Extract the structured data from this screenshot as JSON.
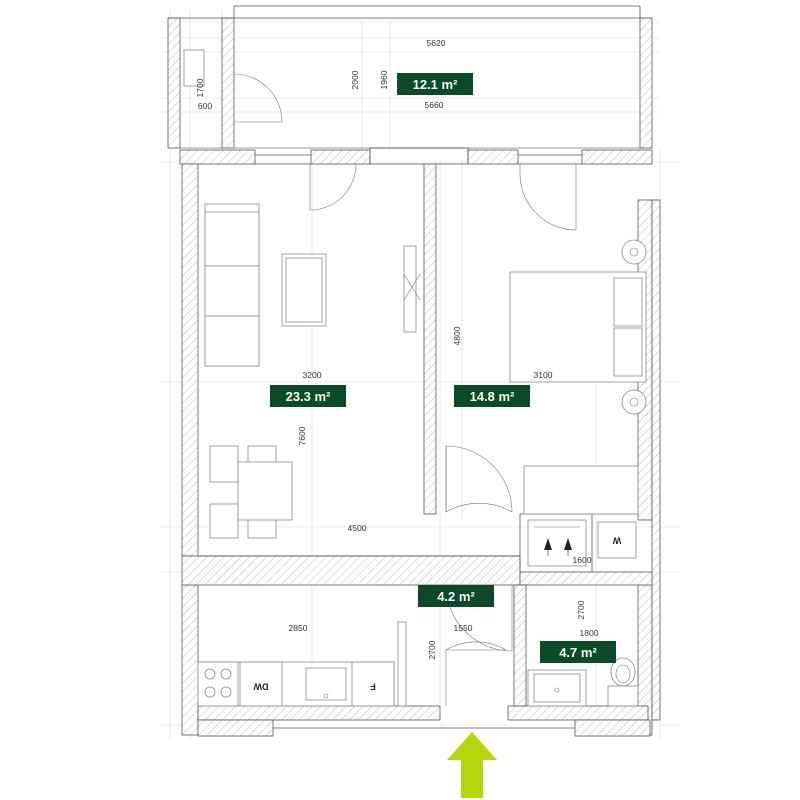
{
  "colors": {
    "label_bg": "#0d4a2a",
    "label_text": "#ffffff",
    "wall_stroke": "#555555",
    "entrance_arrow": "#b5d60e"
  },
  "rooms": {
    "balcony": {
      "area": "12.1 m²"
    },
    "living": {
      "area": "23.3 m²"
    },
    "bedroom": {
      "area": "14.8 m²"
    },
    "hall": {
      "area": "4.2 m²"
    },
    "bathroom": {
      "area": "4.7 m²"
    }
  },
  "dimensions": {
    "balcony_width_outer": "5620",
    "balcony_width_inner": "5660",
    "balcony_depth_a": "2000",
    "balcony_depth_b": "1960",
    "balcony_side_height": "1700",
    "balcony_side_width": "600",
    "living_width": "3200",
    "living_depth": "7600",
    "living_lower_width": "4500",
    "bedroom_depth": "4800",
    "bedroom_width": "3100",
    "wardrobe_width": "1600",
    "kitchen_width": "2850",
    "hall_depth": "2700",
    "hall_width": "1550",
    "bath_depth": "2700",
    "bath_width": "1800"
  },
  "appliances": {
    "dishwasher": "DW",
    "fridge": "F",
    "washer": "W"
  },
  "icons": {
    "entrance": "up-arrow-icon"
  }
}
